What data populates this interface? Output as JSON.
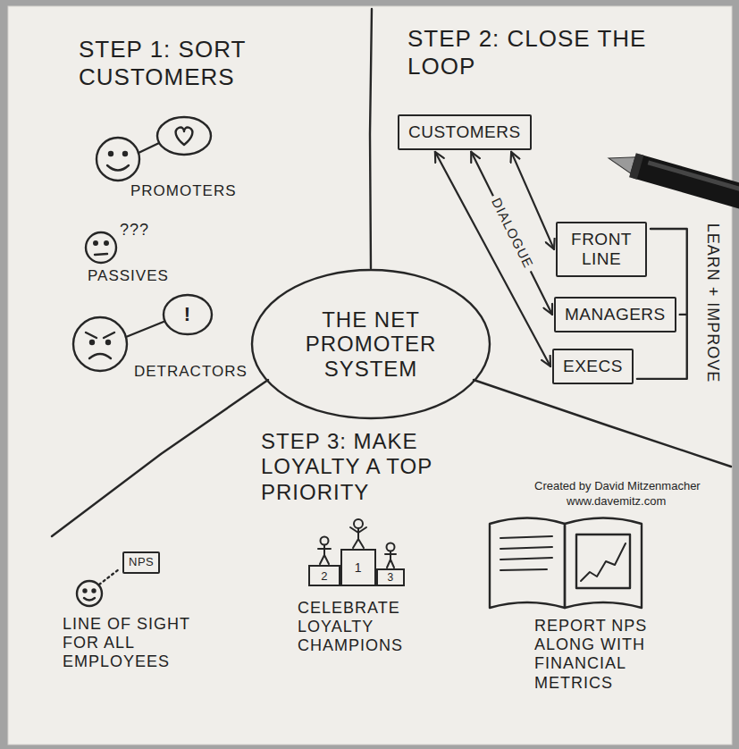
{
  "diagram": {
    "nodes": [
      {
        "text": [
          "CUSTOMERS"
        ]
      },
      {
        "text": [
          "FRONT LINE"
        ]
      },
      {
        "text": [
          "MANAGERS"
        ]
      },
      {
        "text": [
          "EXECS"
        ]
      },
      {
        "text": [
          "THE NET PROMOTER SYSTEM"
        ]
      },
      {
        "text": [
          "NPS"
        ]
      },
      {
        "text": [
          "2"
        ]
      },
      {
        "text": [
          "1"
        ]
      },
      {
        "text": [
          "3"
        ]
      }
    ],
    "edges": [
      {
        "from": 0,
        "to": 1,
        "arrow": "both"
      },
      {
        "from": 0,
        "to": 2,
        "label": "DIALOGUE",
        "arrow": "both"
      },
      {
        "from": 0,
        "to": 3,
        "arrow": "both"
      }
    ],
    "labels": [
      "STEP 1: SORT CUSTOMERS",
      "PROMOTERS",
      "???",
      "PASSIVES",
      "!",
      "DETRACTORS",
      "STEP 2: CLOSE THE LOOP",
      "LEARN + IMPROVE",
      "STEP 3: MAKE LOYALTY A TOP PRIORITY",
      "LINE OF SIGHT FOR ALL EMPLOYEES",
      "CELEBRATE LOYALTY CHAMPIONS",
      "REPORT NPS ALONG WITH FINANCIAL METRICS",
      "Created by David Mitzenmacher",
      "www.davemitz.com"
    ]
  }
}
